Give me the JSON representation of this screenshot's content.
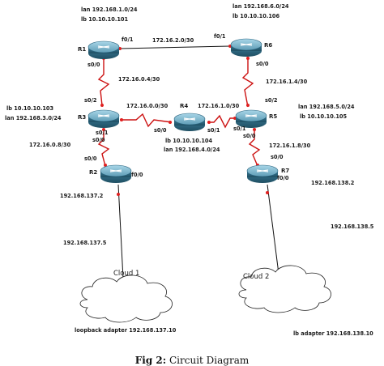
{
  "routers": [
    {
      "id": "R1",
      "label": "R1"
    },
    {
      "id": "R2",
      "label": "R2"
    },
    {
      "id": "R3",
      "label": "R3"
    },
    {
      "id": "R4",
      "label": "R4"
    },
    {
      "id": "R5",
      "label": "R5"
    },
    {
      "id": "R6",
      "label": "R6"
    },
    {
      "id": "R7",
      "label": "R7"
    }
  ],
  "clouds": [
    {
      "id": "cloud1",
      "label": "Cloud 1"
    },
    {
      "id": "cloud2",
      "label": "Cloud 2"
    }
  ],
  "labels": {
    "r1_lan": "lan 192.168.1.0/24",
    "r1_lb": "lb 10.10.10.101",
    "r6_lan": "lan 192.168.6.0/24",
    "r6_lb": "lb 10.10.10.106",
    "r1_f01": "f0/1",
    "r6_f01": "f0/1",
    "net_r1_r6": "172.16.2.0/30",
    "r1_s00": "s0/0",
    "r6_s00": "s0/0",
    "net_r1_r3": "172.16.0.4/30",
    "net_r6_r5": "172.16.1.4/30",
    "r3_s02": "s0/2",
    "r5_s02": "s0/2",
    "r3_lb": "lb 10.10.10.103",
    "r3_lan": "lan 192.168.3.0/24",
    "r5_lan": "lan 192.168.5.0/24",
    "r5_lb": "lb 10.10.10.105",
    "net_r3_r4": "172.16.0.0/30",
    "net_r4_r5": "172.16.1.0/30",
    "r3_s01": "s0/1",
    "r4_s00": "s0/0",
    "r4_s01": "s0/1",
    "r5_s01": "s0/1",
    "r3_s00": "s0/0",
    "r5_s00": "s0/0",
    "r4_lb": "lb 10.10.10.104",
    "r4_lan": "lan 192.168.4.0/24",
    "net_r3_r2": "172.16.0.8/30",
    "net_r5_r7": "172.16.1.8/30",
    "r2_s00": "s0/0",
    "r7_s00": "s0/0",
    "r2_f00": "f0/0",
    "r7_f00": "f0/0",
    "r2_ip": "192.168.137.2",
    "r7_ip": "192.168.138.2",
    "cloud1_ip": "192.168.137.5",
    "cloud2_ip": "192.168.138.5",
    "loopback1": "loopback adapter 192.168.137.10",
    "loopback2": "lb adapter 192.168.138.10"
  },
  "caption": {
    "prefix": "Fig 2:",
    "text": "Circuit Diagram"
  },
  "colors": {
    "serial_link": "#cc1111",
    "ethernet_link": "#111111",
    "router_body": "#2f6f8a",
    "router_top": "#7fb8cf",
    "endpoint": "#e02020",
    "cloud_endpoint": "#2ecc40"
  }
}
